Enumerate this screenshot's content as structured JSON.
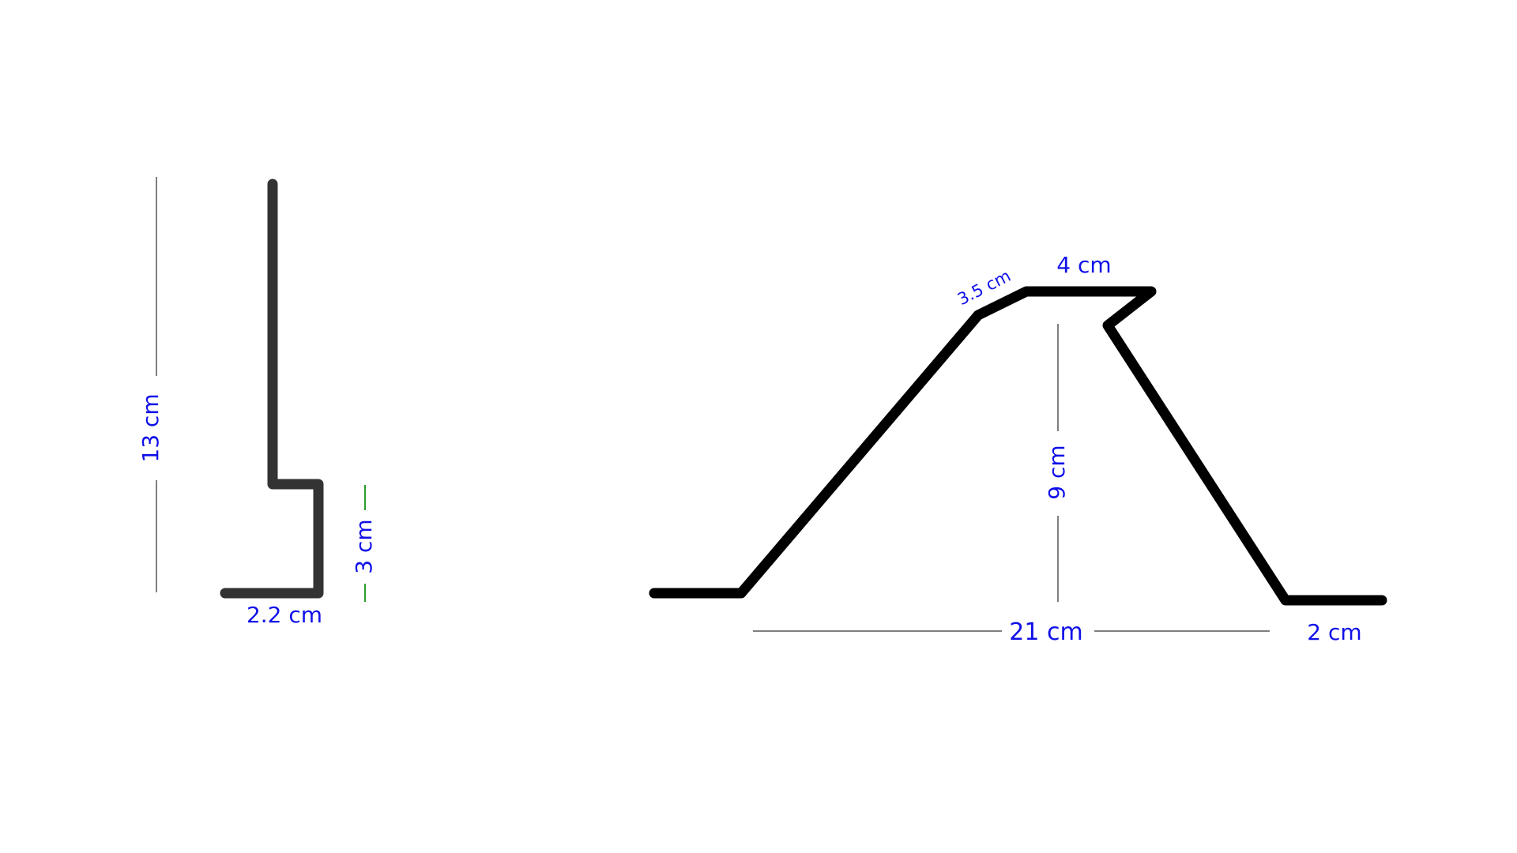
{
  "colors": {
    "background": "#ffffff",
    "left_profile": "#333333",
    "right_profile": "#000000",
    "dimension_text": "#1010e8",
    "dimension_line": "#555555",
    "accent_green_tick": "#2a9d2a"
  },
  "left_profile": {
    "height_label": "13 cm",
    "step_label": "3 cm",
    "base_label": "2.2 cm"
  },
  "right_profile": {
    "slope_label": "3.5 cm",
    "top_label": "4 cm",
    "height_label": "9 cm",
    "span_label": "21 cm",
    "foot_label": "2 cm"
  }
}
